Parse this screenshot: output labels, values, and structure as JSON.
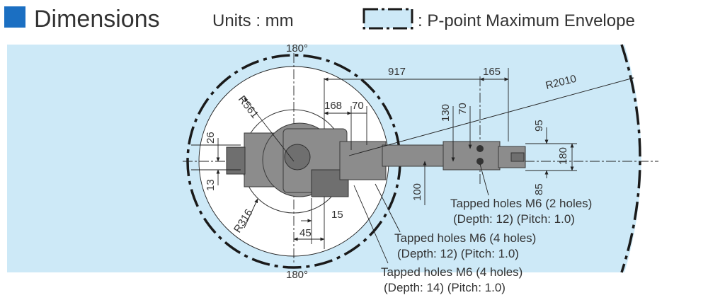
{
  "header": {
    "title": "Dimensions",
    "units": "Units : mm",
    "legend_label": ": P-point Maximum Envelope"
  },
  "colors": {
    "accent": "#1b6fc2",
    "envelope_fill": "#cde9f7",
    "robot": "#8c8c8c"
  },
  "dimensions": {
    "angle_top": "180°",
    "angle_bottom": "180°",
    "reach_max": "R2010",
    "r561": "R561",
    "r316": "R316",
    "d917": "917",
    "d165": "165",
    "d168": "168",
    "d70_h": "70",
    "d130": "130",
    "d70_v": "70",
    "d95": "95",
    "d180": "180",
    "d85": "85",
    "d26": "26",
    "d13": "13",
    "d100": "100",
    "d15": "15",
    "d45": "45"
  },
  "notes": [
    {
      "line1": "Tapped holes M6 (2 holes)",
      "line2": "(Depth: 12) (Pitch: 1.0)"
    },
    {
      "line1": "Tapped holes M6 (4 holes)",
      "line2": "(Depth: 12) (Pitch: 1.0)"
    },
    {
      "line1": "Tapped holes M6 (4 holes)",
      "line2": "(Depth: 14) (Pitch: 1.0)"
    }
  ]
}
